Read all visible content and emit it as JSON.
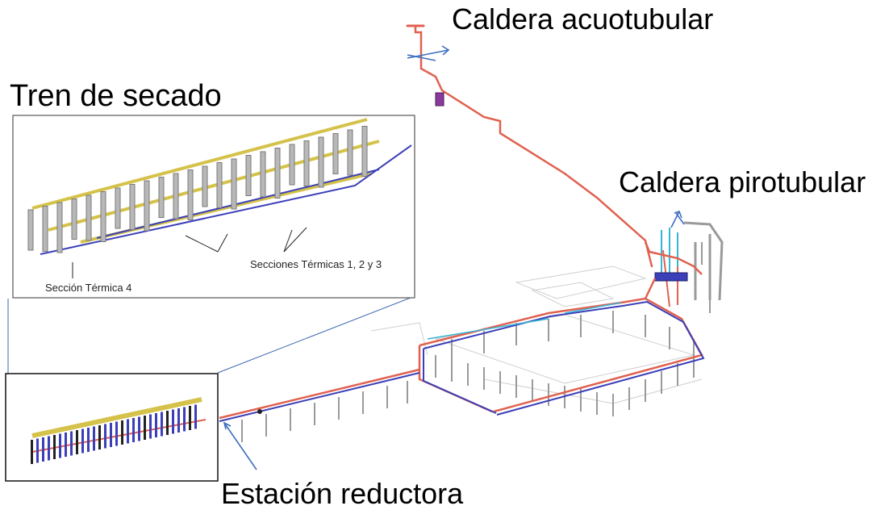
{
  "labels": {
    "caldera_acuotubular": "Caldera acuotubular",
    "caldera_pirotubular": "Caldera pirotubular",
    "tren_de_secado": "Tren de secado",
    "estacion_reductora": "Estación reductora",
    "seccion_termica_4": "Sección Térmica 4",
    "secciones_termicas_123": "Secciones Térmicas 1, 2 y 3"
  },
  "colors": {
    "steam_pipe": "#e0614f",
    "return_pipe": "#3b3fb8",
    "cyan_pipe": "#36b6d6",
    "yellow_pipe": "#d4c24a",
    "callout_line": "#3a68b0",
    "arrow": "#3f6fbf",
    "column": "#9a9a9a"
  }
}
